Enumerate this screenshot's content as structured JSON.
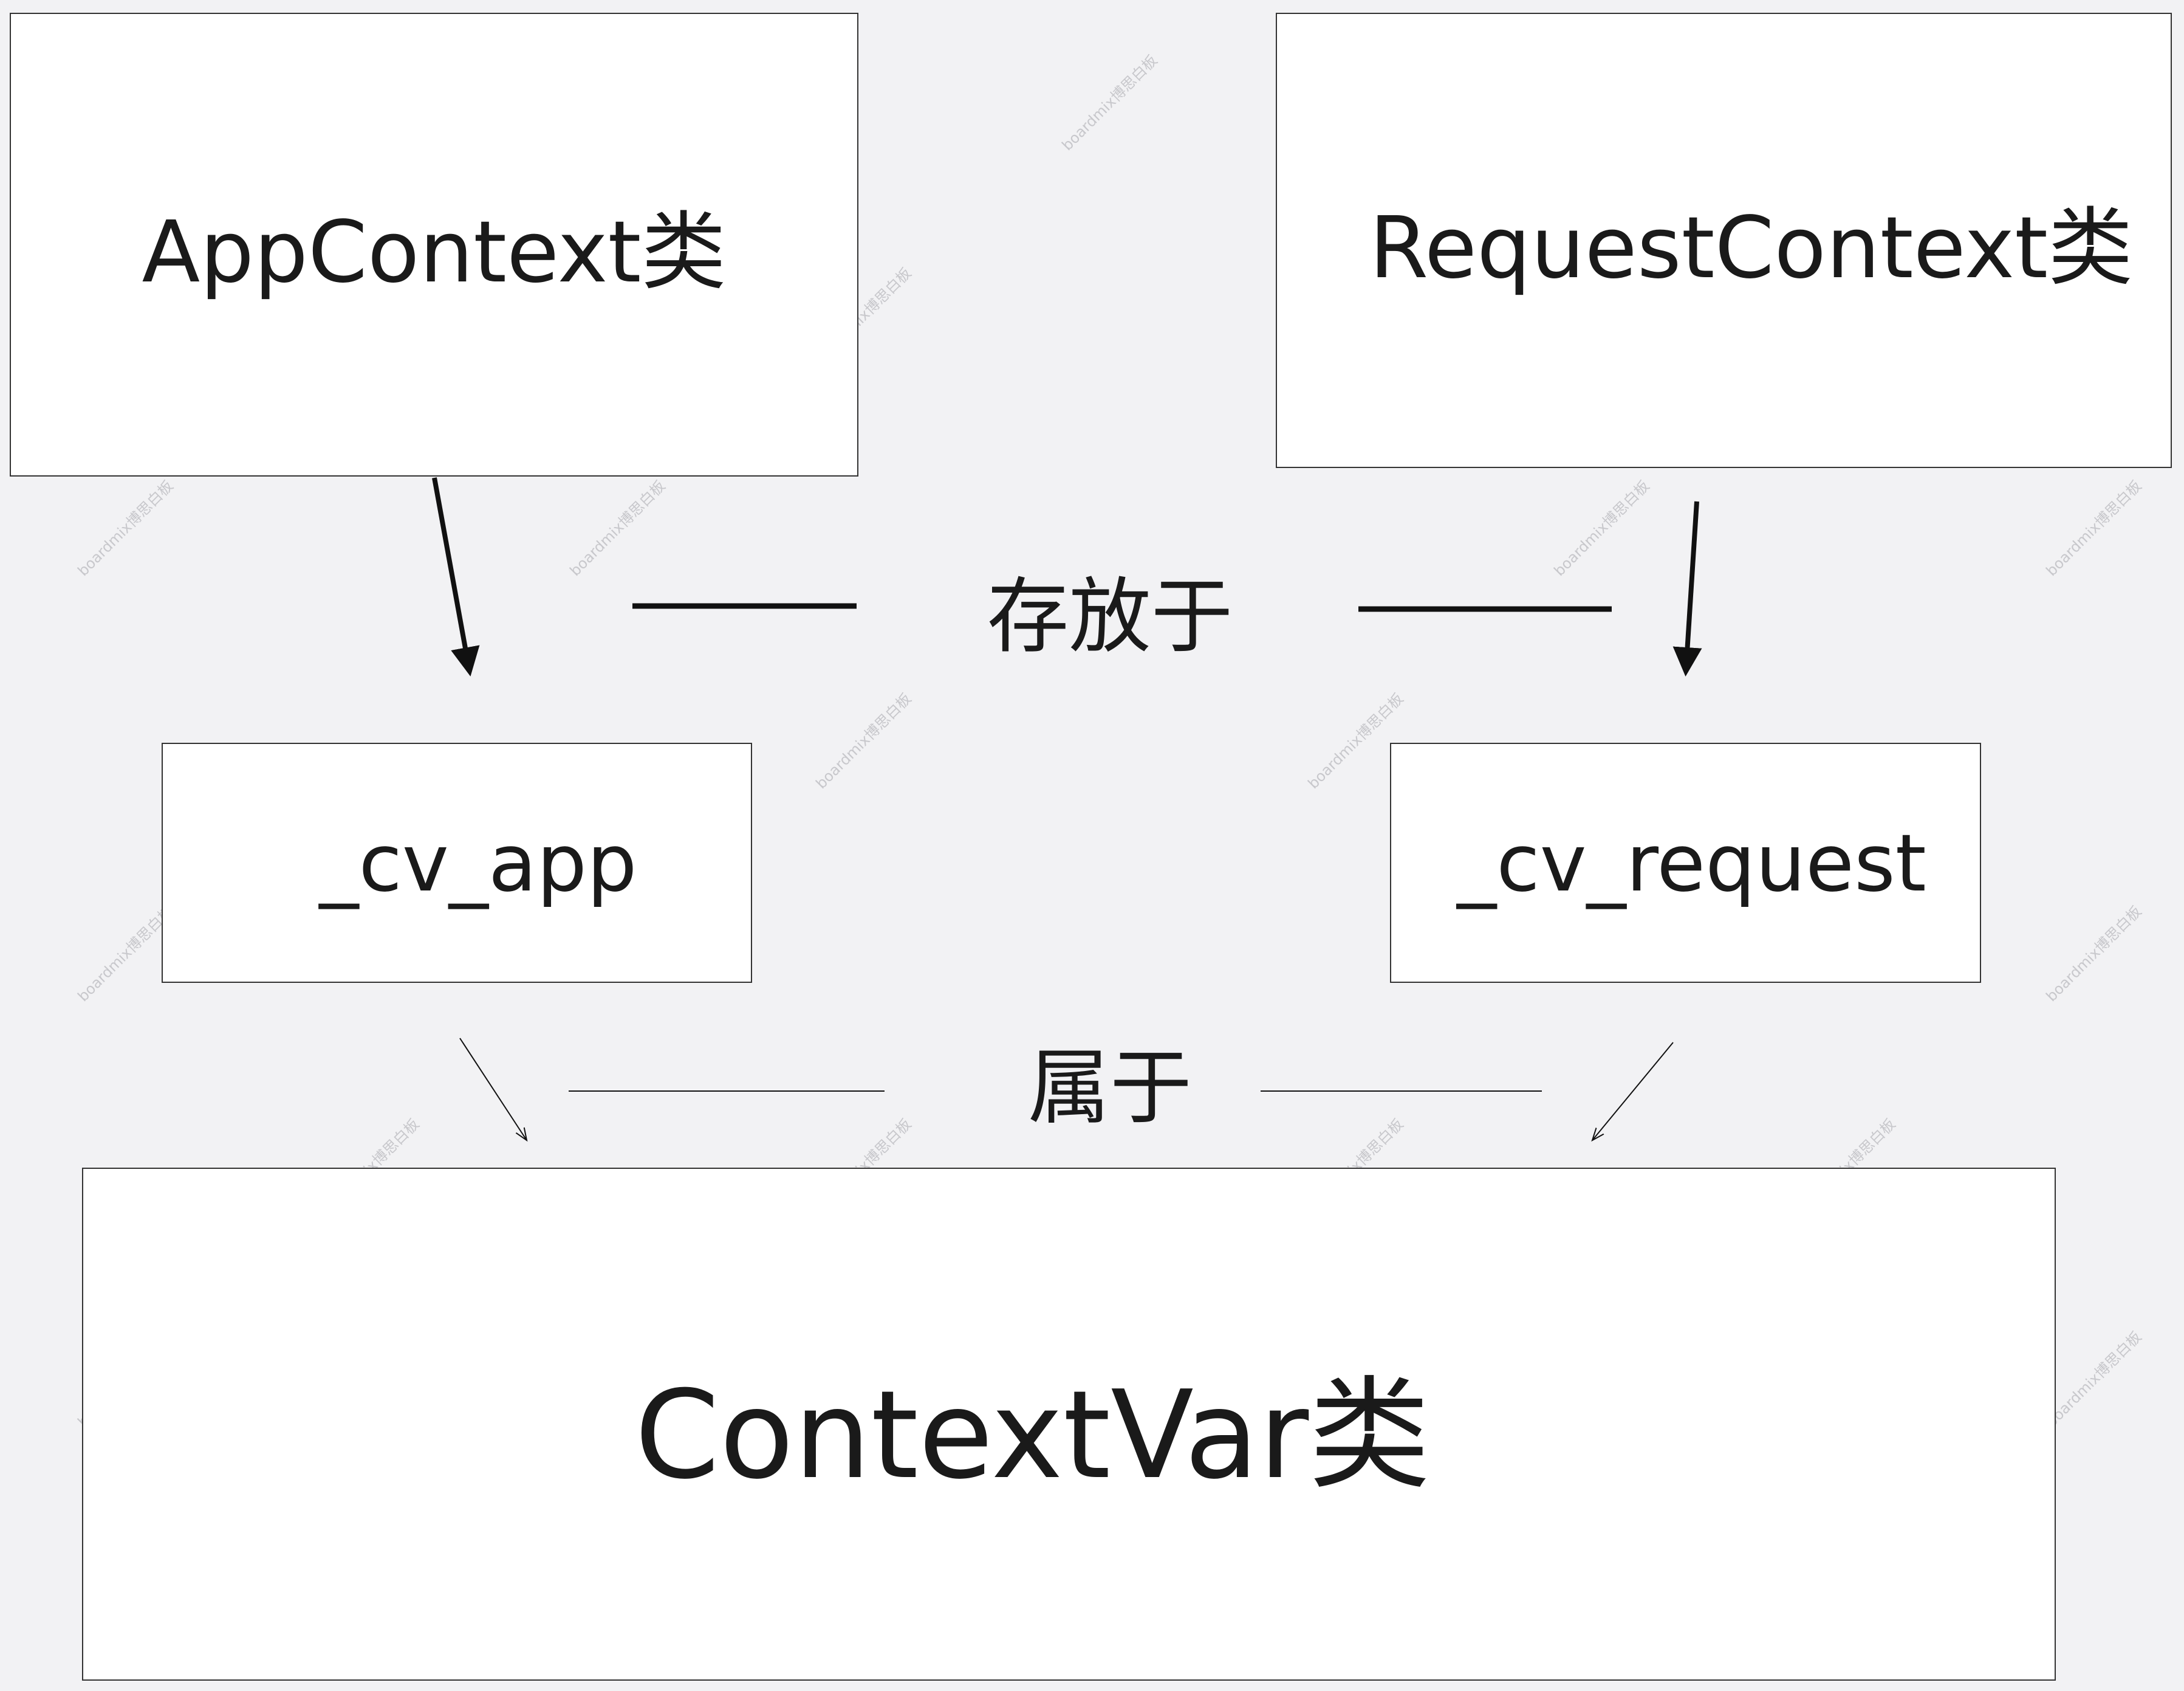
{
  "nodes": {
    "app_context": "AppContext类",
    "request_context": "RequestContext类",
    "cv_app": "_cv_app",
    "cv_request": "_cv_request",
    "context_var": "ContextVar类"
  },
  "edge_labels": {
    "stored_in": "存放于",
    "belongs_to": "属于"
  },
  "watermark": "boardmix博思白板",
  "colors": {
    "background": "#f2f2f4",
    "box_fill": "#ffffff",
    "stroke": "#111111"
  }
}
